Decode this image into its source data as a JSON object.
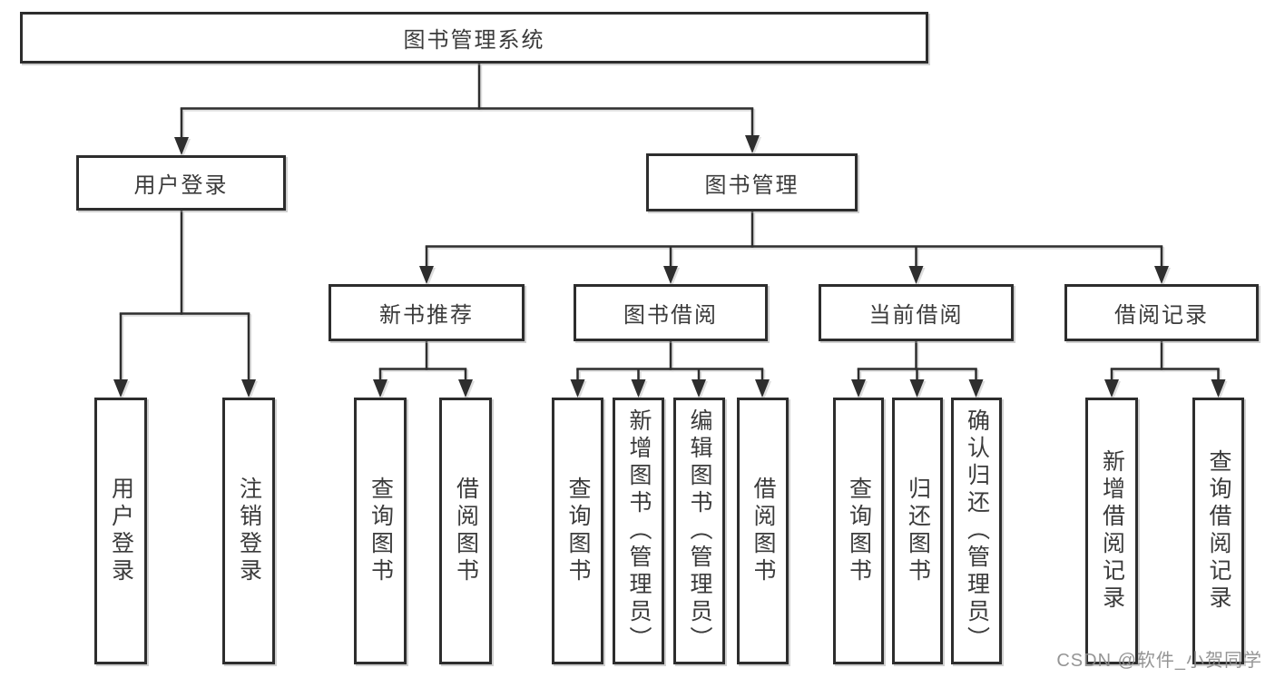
{
  "diagram": {
    "title": "图书管理系统",
    "tree": {
      "label": "图书管理系统",
      "children": [
        {
          "label": "用户登录",
          "children": [
            {
              "label": "用户登录"
            },
            {
              "label": "注销登录"
            }
          ]
        },
        {
          "label": "图书管理",
          "children": [
            {
              "label": "新书推荐",
              "children": [
                {
                  "label": "查询图书"
                },
                {
                  "label": "借阅图书"
                }
              ]
            },
            {
              "label": "图书借阅",
              "children": [
                {
                  "label": "查询图书"
                },
                {
                  "label": "新增图书（管理员）"
                },
                {
                  "label": "编辑图书（管理员）"
                },
                {
                  "label": "借阅图书"
                }
              ]
            },
            {
              "label": "当前借阅",
              "children": [
                {
                  "label": "查询图书"
                },
                {
                  "label": "归还图书"
                },
                {
                  "label": "确认归还（管理员）"
                }
              ]
            },
            {
              "label": "借阅记录",
              "children": [
                {
                  "label": "新增借阅记录"
                },
                {
                  "label": "查询借阅记录"
                }
              ]
            }
          ]
        }
      ]
    }
  },
  "watermark": {
    "text": "CSDN @软件_小贺同学"
  },
  "colors": {
    "line": "#2e2e2e",
    "box_border": "#2d2d2d",
    "text": "#3b3b3b",
    "watermark": "#8c8c8c",
    "background": "#ffffff"
  }
}
